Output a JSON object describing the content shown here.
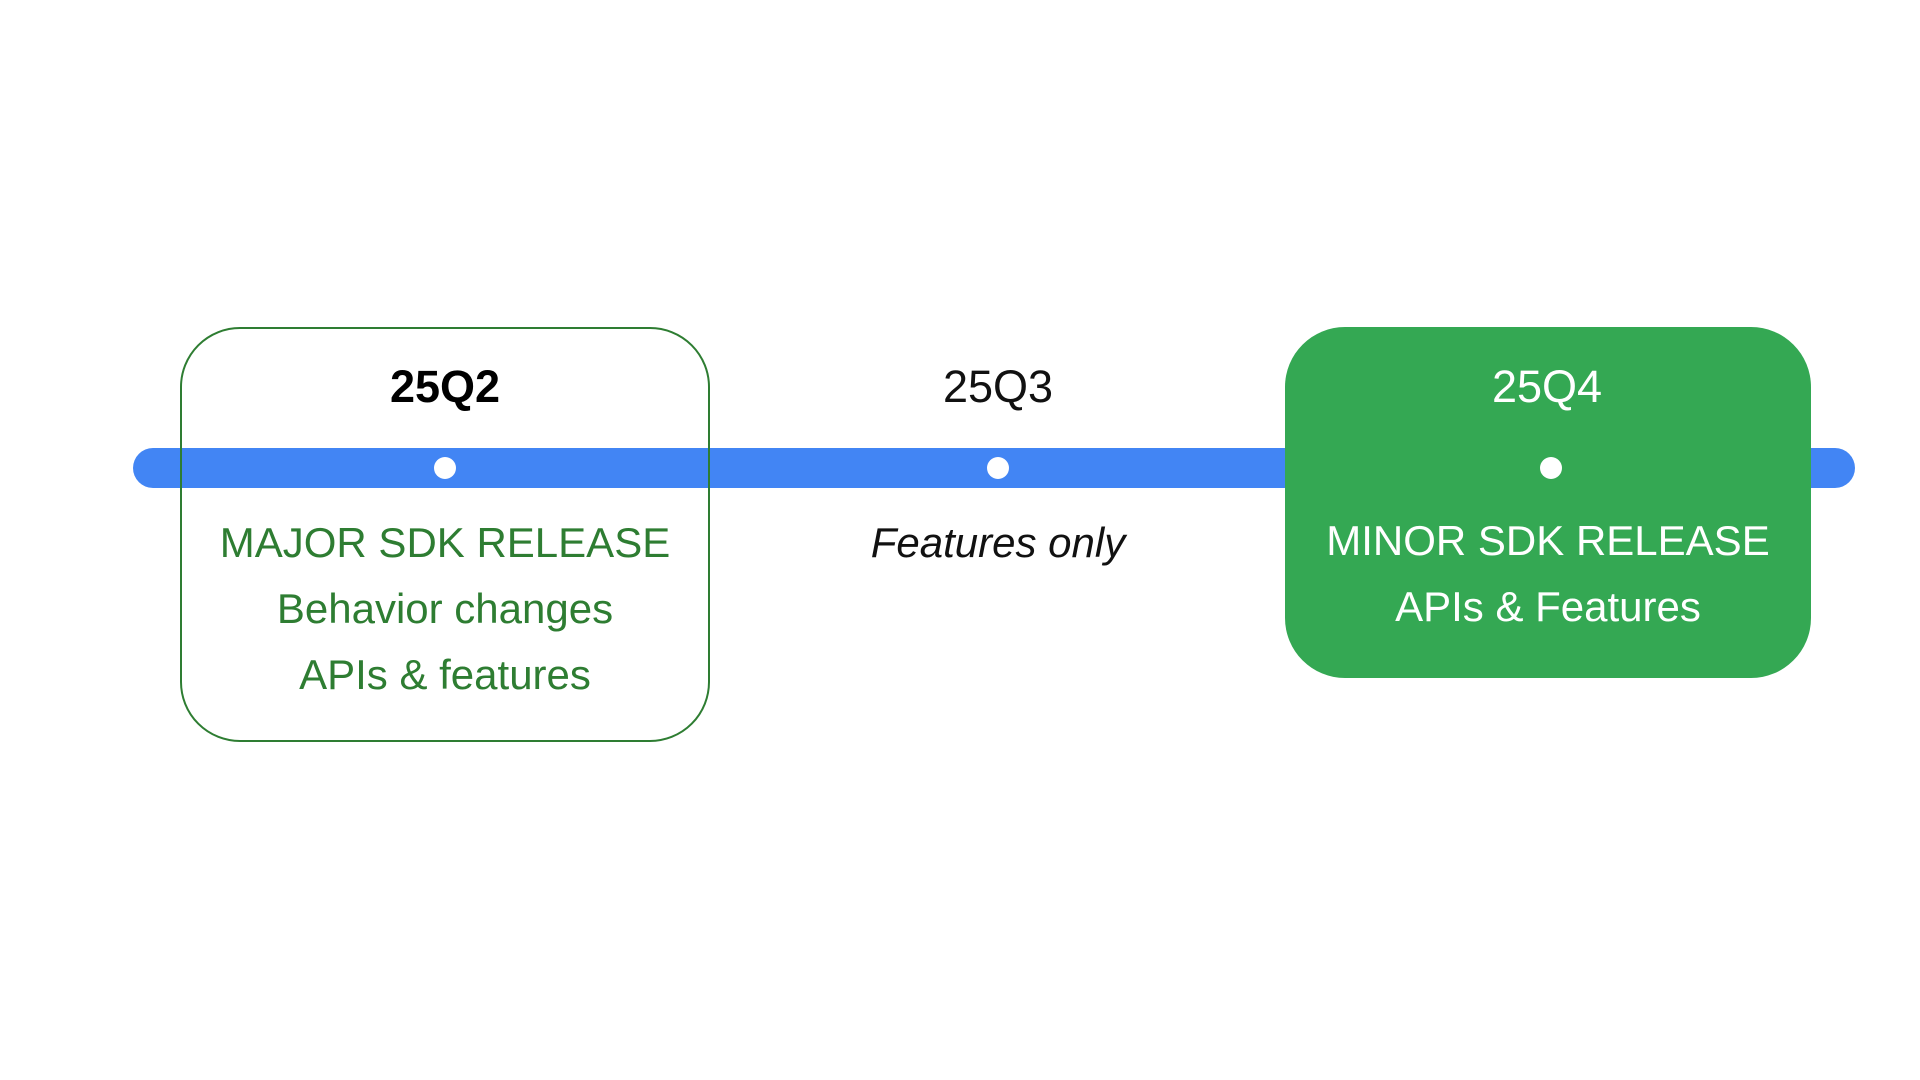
{
  "colors": {
    "timeline": "#4285f4",
    "major_text": "#2e7d32",
    "major_border": "#2e7d32",
    "minor_fill": "#34a853",
    "minor_text": "#ffffff",
    "dot": "#ffffff"
  },
  "timeline": {
    "quarters": [
      {
        "label": "25Q2",
        "lines": [
          "MAJOR SDK RELEASE",
          "Behavior changes",
          "APIs & features"
        ]
      },
      {
        "label": "25Q3",
        "lines": [
          "Features only"
        ]
      },
      {
        "label": "25Q4",
        "lines": [
          "MINOR SDK RELEASE",
          "APIs & Features"
        ]
      }
    ]
  }
}
